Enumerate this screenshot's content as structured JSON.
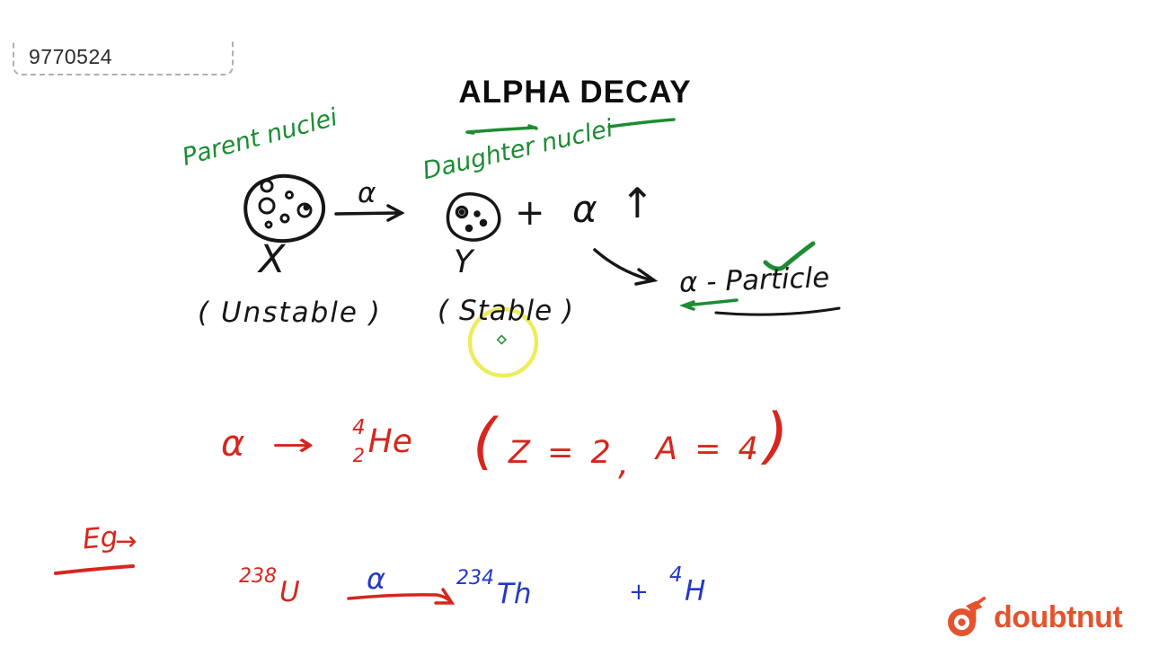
{
  "page": {
    "video_id": "9770524",
    "title": "ALPHA DECAY"
  },
  "diagram": {
    "parent_label": "Parent nuclei",
    "daughter_label": "Daughter nuclei",
    "arrow_alpha": "α",
    "parent_symbol": "X",
    "daughter_symbol": "Y",
    "plus": "+",
    "emitted_alpha": "α",
    "up_arrow": "↑",
    "parent_state": "( Unstable )",
    "daughter_state": "( Stable )",
    "alpha_particle": "α - Particle"
  },
  "equation": {
    "alpha": "α",
    "arrow": "→",
    "mass": "4",
    "atomic_number": "2",
    "element": "He",
    "paren_open": "(",
    "z_value": "Z = 2",
    "comma": ",",
    "a_value": "A = 4",
    "paren_close": ")"
  },
  "example": {
    "label": "Eg",
    "arrow": "→",
    "parent_mass": "238",
    "parent_element": "U",
    "alpha": "α",
    "daughter_mass": "234",
    "daughter_element": "Th",
    "plus": "+",
    "emitted_mass": "4",
    "emitted_element": "H"
  },
  "watermark": {
    "brand": "doubtnut"
  },
  "colors": {
    "handwriting_green": "#1d8c33",
    "handwriting_red": "#d7261d",
    "handwriting_blue": "#2438c6",
    "ink_black": "#161616",
    "highlight_yellow": "#ecec4d",
    "brand_orange": "#e4532d"
  }
}
